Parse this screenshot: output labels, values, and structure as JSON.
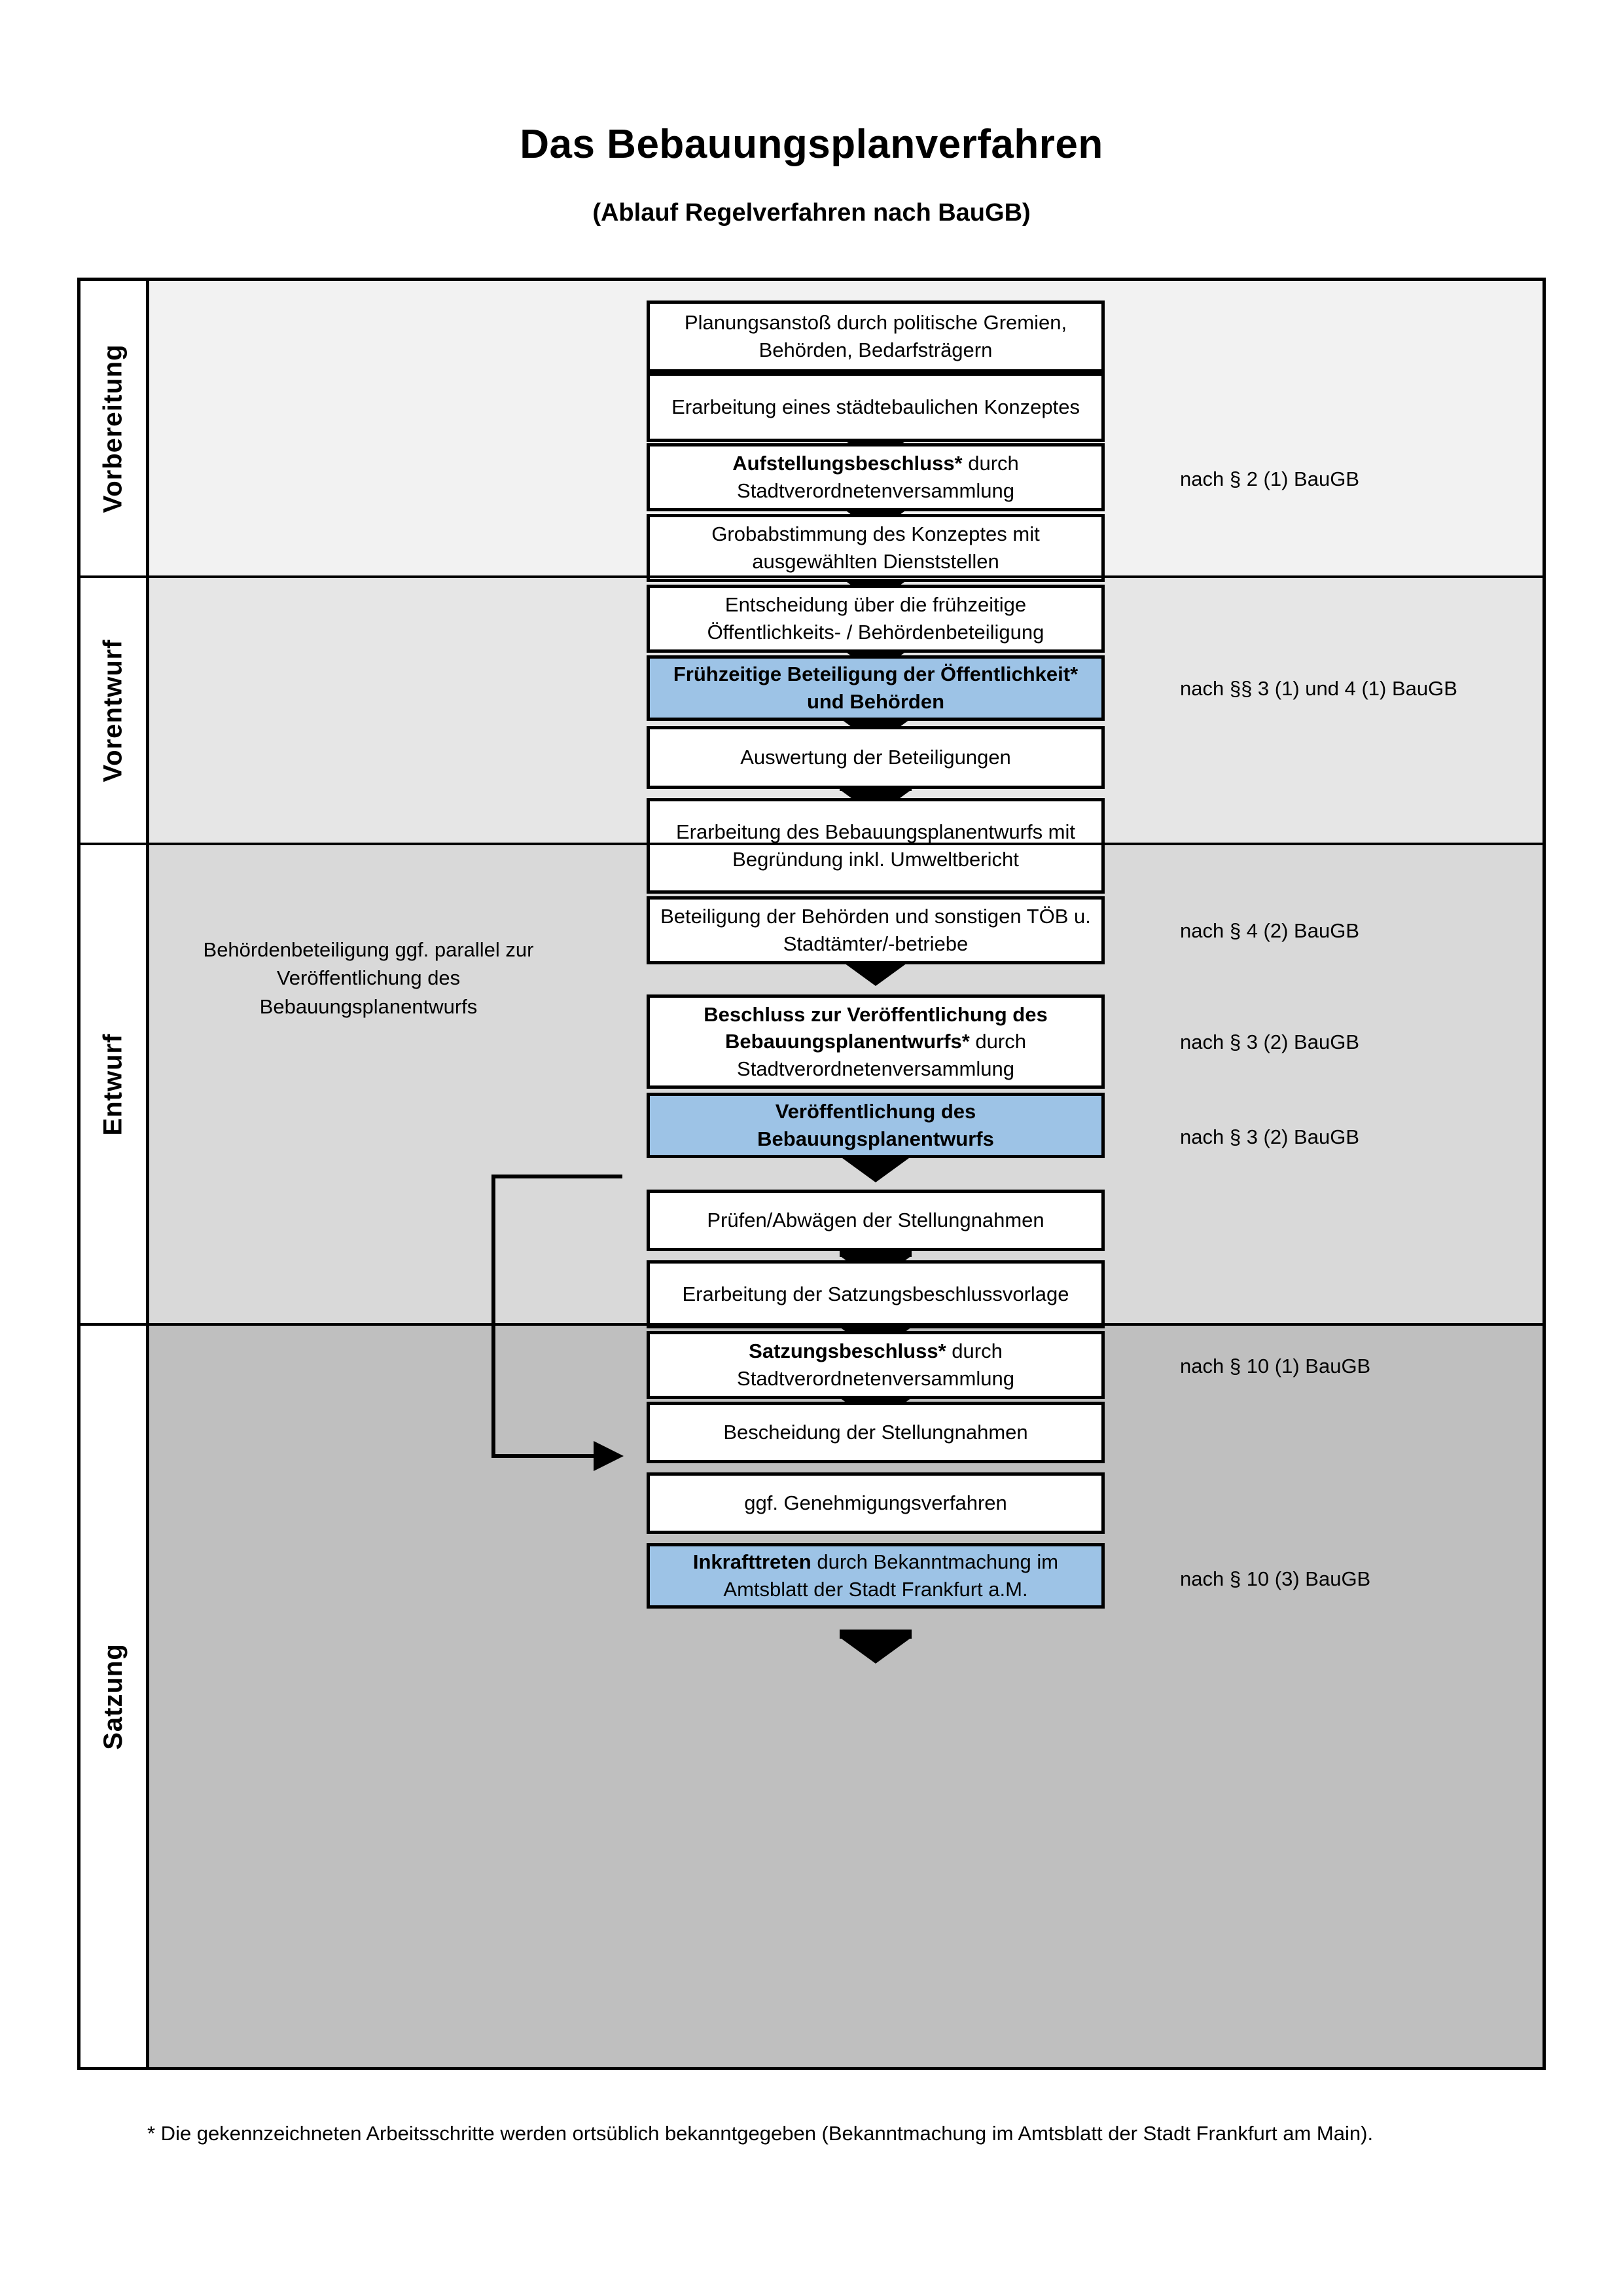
{
  "header": {
    "title": "Das Bebauungsplanverfahren",
    "subtitle": "(Ablauf Regelverfahren nach BauGB)"
  },
  "phases": [
    {
      "id": "vorbereitung",
      "label": "Vorbereitung",
      "background": "#F2F2F2"
    },
    {
      "id": "vorentwurf",
      "label": "Vorentwurf",
      "background": "#E6E6E6"
    },
    {
      "id": "entwurf",
      "label": "Entwurf",
      "background": "#D9D9D9"
    },
    {
      "id": "satzung",
      "label": "Satzung",
      "background": "#BFBFBF"
    }
  ],
  "steps": [
    {
      "id": "s1",
      "phase": "vorbereitung",
      "bold": "",
      "text": "Planungsanstoß durch politische Gremien, Behörden, Bedarfsträgern",
      "highlight": false
    },
    {
      "id": "s2",
      "phase": "vorbereitung",
      "bold": "",
      "text": "Erarbeitung eines städtebaulichen Konzeptes",
      "highlight": false
    },
    {
      "id": "s3",
      "phase": "vorbereitung",
      "bold": "Aufstellungsbeschluss*",
      "text": " durch Stadtverordnetenversammlung",
      "highlight": false
    },
    {
      "id": "s4",
      "phase": "vorentwurf",
      "bold": "",
      "text": "Grobabstimmung des Konzeptes mit ausgewählten Dienststellen",
      "highlight": false
    },
    {
      "id": "s5",
      "phase": "vorentwurf",
      "bold": "",
      "text": "Entscheidung über die frühzeitige Öffentlichkeits- / Behördenbeteiligung",
      "highlight": false
    },
    {
      "id": "s6",
      "phase": "vorentwurf",
      "bold": "Frühzeitige Beteiligung der Öffentlichkeit* und Behörden",
      "text": "",
      "highlight": true
    },
    {
      "id": "s7",
      "phase": "entwurf",
      "bold": "",
      "text": "Auswertung der Beteiligungen",
      "highlight": false
    },
    {
      "id": "s8",
      "phase": "entwurf",
      "bold": "",
      "text": "Erarbeitung des Bebauungsplanentwurfs mit Begründung inkl. Umweltbericht",
      "highlight": false
    },
    {
      "id": "s9",
      "phase": "entwurf",
      "bold": "",
      "text": "Beteiligung der Behörden und sonstigen TÖB u. Stadtämter/-betriebe",
      "highlight": false
    },
    {
      "id": "s10",
      "phase": "entwurf",
      "bold": "Beschluss zur Veröffentlichung des Bebauungsplanentwurfs*",
      "text": " durch Stadtverordnetenversammlung",
      "highlight": false
    },
    {
      "id": "s11",
      "phase": "entwurf",
      "bold": "Veröffentlichung des Bebauungsplanentwurfs",
      "text": "",
      "highlight": true
    },
    {
      "id": "s12",
      "phase": "satzung",
      "bold": "",
      "text": "Prüfen/Abwägen der Stellungnahmen",
      "highlight": false
    },
    {
      "id": "s13",
      "phase": "satzung",
      "bold": "",
      "text": "Erarbeitung der Satzungsbeschlussvorlage",
      "highlight": false
    },
    {
      "id": "s14",
      "phase": "satzung",
      "bold": "Satzungsbeschluss*",
      "text": " durch Stadtverordnetenversammlung",
      "highlight": false
    },
    {
      "id": "s15",
      "phase": "satzung",
      "bold": "",
      "text": "Bescheidung der Stellungnahmen",
      "highlight": false
    },
    {
      "id": "s16",
      "phase": "satzung",
      "bold": "",
      "text": "ggf. Genehmigungsverfahren",
      "highlight": false
    },
    {
      "id": "s17",
      "phase": "satzung",
      "bold": "Inkrafttreten",
      "text": " durch Bekanntmachung im Amtsblatt der Stadt Frankfurt a.M.",
      "highlight": true
    }
  ],
  "law_notes": [
    {
      "id": "n1",
      "text": "nach § 2 (1) BauGB"
    },
    {
      "id": "n2",
      "text": "nach §§ 3 (1) und 4 (1) BauGB"
    },
    {
      "id": "n3",
      "text": "nach § 4 (2) BauGB"
    },
    {
      "id": "n4",
      "text": "nach § 3 (2) BauGB"
    },
    {
      "id": "n5",
      "text": "nach § 3 (2) BauGB"
    },
    {
      "id": "n6",
      "text": "nach § 10 (1) BauGB"
    },
    {
      "id": "n7",
      "text": "nach § 10 (3) BauGB"
    }
  ],
  "side_note": {
    "text": "Behördenbeteiligung ggf. parallel zur Veröffentlichung des Bebauungsplanentwurfs"
  },
  "footnote": {
    "text": "* Die gekennzeichneten Arbeitsschritte werden ortsüblich bekanntgegeben (Bekanntmachung im Amtsblatt  der Stadt Frankfurt am Main)."
  },
  "colors": {
    "highlight_box": "#9DC3E6",
    "band_1": "#F2F2F2",
    "band_2": "#E6E6E6",
    "band_3": "#D9D9D9",
    "band_4": "#BFBFBF",
    "line": "#000000"
  }
}
